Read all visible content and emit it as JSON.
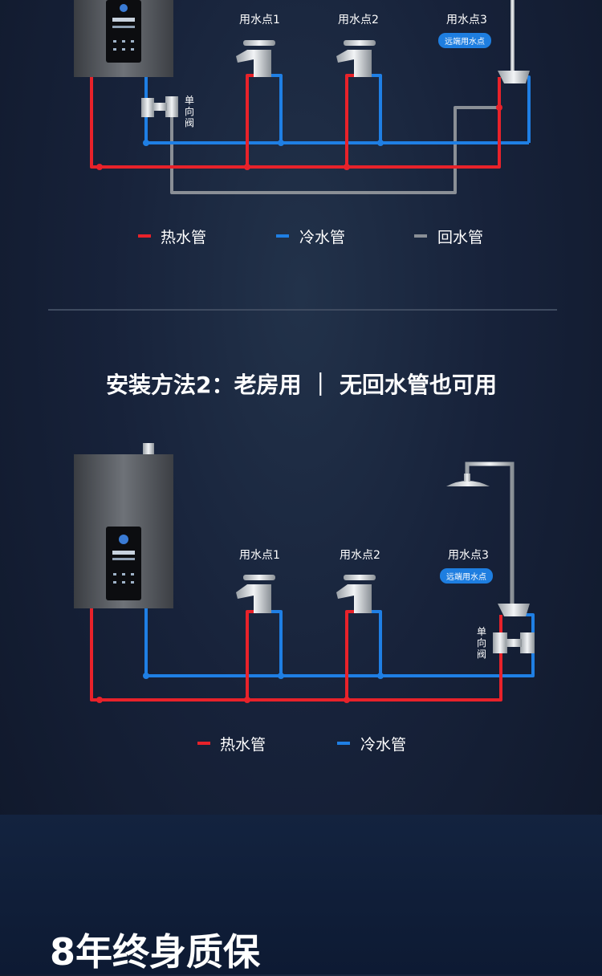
{
  "diagram1": {
    "points": [
      "用水点1",
      "用水点2",
      "用水点3"
    ],
    "remote_badge": "远端用水点",
    "valve_label": "单向阀",
    "legend": [
      "热水管",
      "冷水管",
      "回水管"
    ]
  },
  "section2": {
    "title": "安装方法2：老房用 ｜ 无回水管也可用"
  },
  "diagram2": {
    "points": [
      "用水点1",
      "用水点2",
      "用水点3"
    ],
    "remote_badge": "远端用水点",
    "valve_label": "单向阀",
    "legend": [
      "热水管",
      "冷水管"
    ]
  },
  "warranty": {
    "text": "8年终身质保"
  },
  "colors": {
    "hot": "#e8222a",
    "cold": "#1f7fe4",
    "return": "#8a8f96"
  }
}
